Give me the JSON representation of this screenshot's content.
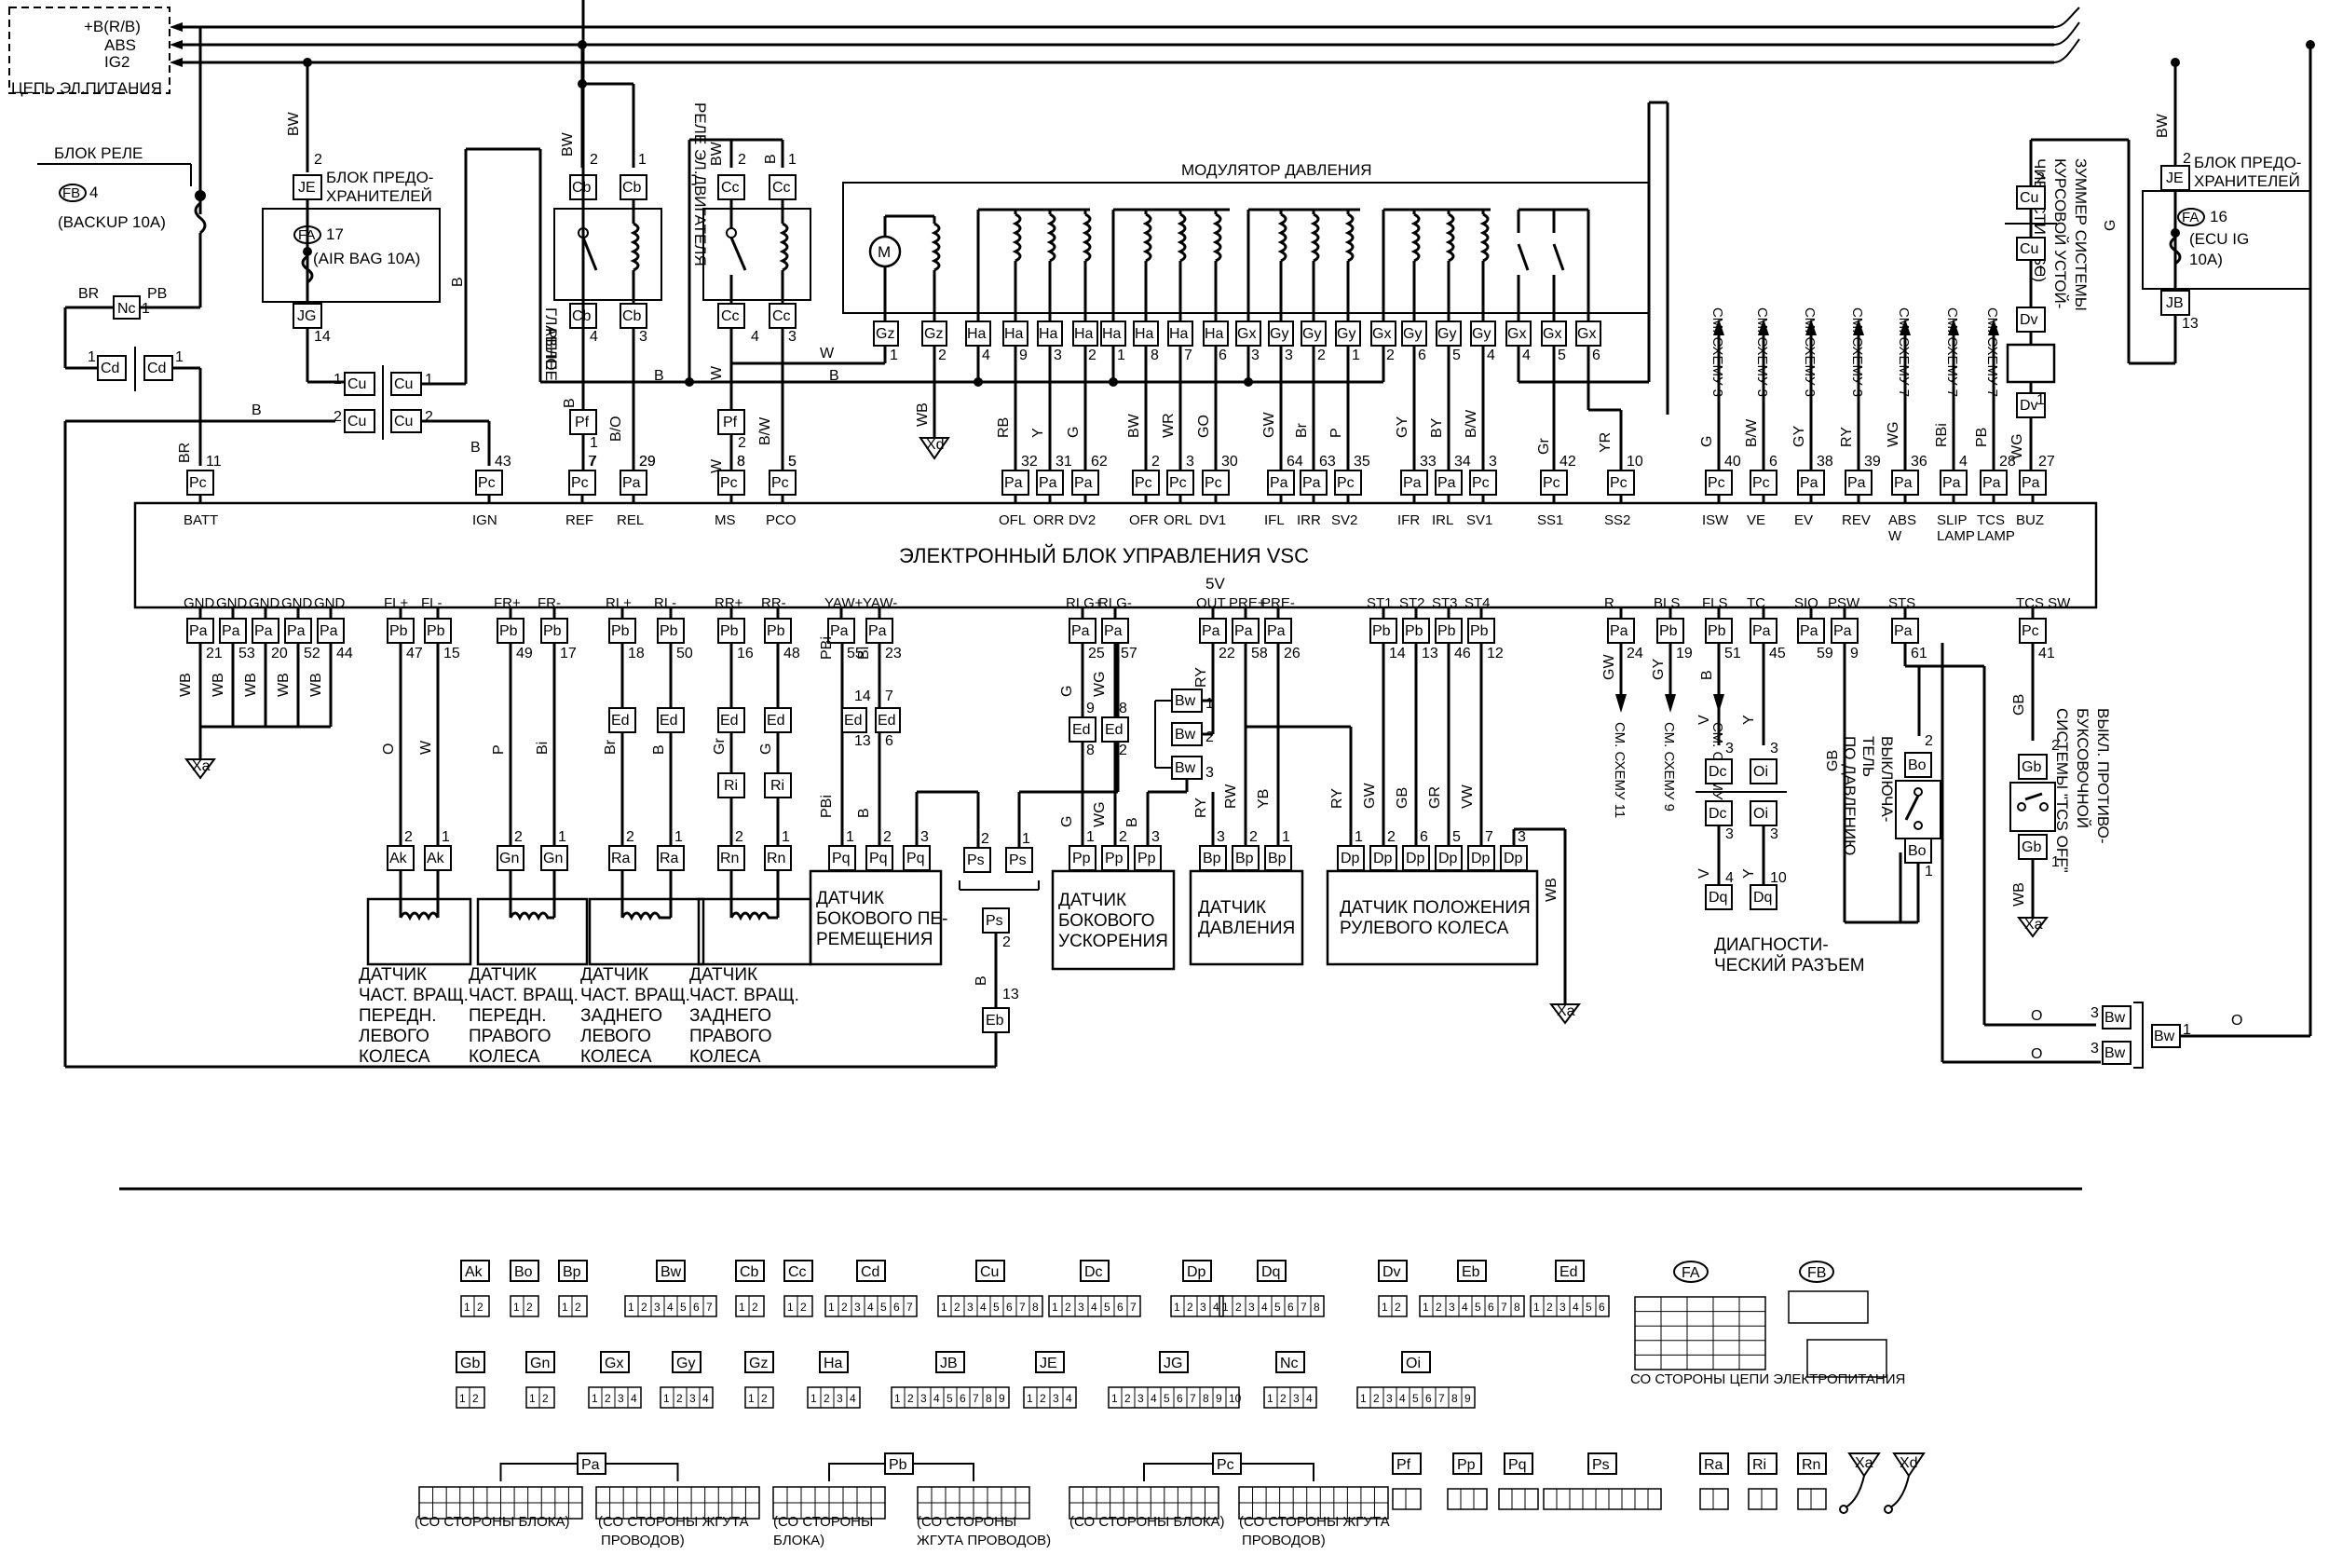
{
  "power": {
    "rails": [
      "+B(R/B)",
      "ABS",
      "IG2"
    ],
    "caption": "ЦЕПЬ ЭЛ.ПИТАНИЯ"
  },
  "relay_block": {
    "title": "БЛОК РЕЛЕ",
    "fuse_conn": "FB",
    "fuse_num": "4",
    "fuse_name": "(BACKUP 10A)"
  },
  "fuse_block_left": {
    "title1": "БЛОК ПРЕДО-",
    "title2": "ХРАНИТЕЛЕЙ",
    "conn": "FA",
    "num": "17",
    "name": "(AIR BAG 10A)"
  },
  "fuse_block_right": {
    "title1": "БЛОК ПРЕДО-",
    "title2": "ХРАНИТЕЛЕЙ",
    "conn": "FA",
    "num": "16",
    "name1": "(ECU IG",
    "name2": "10A)"
  },
  "main_relay": {
    "label1": "ГЛАВНОЕ",
    "label2": "РЕЛЕ"
  },
  "motor_relay": {
    "label": "РЕЛЕ ЭЛ.ДВИГАТЕЛЯ"
  },
  "modulator": {
    "title": "МОДУЛЯТОР ДАВЛЕНИЯ"
  },
  "ecu": {
    "title": "ЭЛЕКТРОННЫЙ БЛОК УПРАВЛЕНИЯ VSC",
    "five_volt": "5V"
  },
  "top_terminals": [
    {
      "conn": "Pc",
      "pin": "11",
      "sig": "BATT",
      "wire": "BR"
    },
    {
      "conn": "Pc",
      "pin": "43",
      "sig": "IGN",
      "wire": "B"
    },
    {
      "conn": "Pc",
      "pin": "7",
      "sig": "REF",
      "wire": "B"
    },
    {
      "conn": "Pa",
      "pin": "29",
      "sig": "REL",
      "wire": "B/O"
    },
    {
      "conn": "Pc",
      "pin": "8",
      "sig": "MS",
      "wire": "W"
    },
    {
      "conn": "Pc",
      "pin": "5",
      "sig": "PCO",
      "wire": "B/W"
    },
    {
      "conn": "Pa",
      "pin": "32",
      "sig": "OFL",
      "wire": "RB"
    },
    {
      "conn": "Pa",
      "pin": "31",
      "sig": "ORR",
      "wire": "Y"
    },
    {
      "conn": "Pa",
      "pin": "62",
      "sig": "DV2",
      "wire": "G"
    },
    {
      "conn": "Pc",
      "pin": "2",
      "sig": "OFR",
      "wire": "BW"
    },
    {
      "conn": "Pc",
      "pin": "3",
      "sig": "ORL",
      "wire": "WR"
    },
    {
      "conn": "Pc",
      "pin": "30",
      "sig": "DV1",
      "wire": "GO"
    },
    {
      "conn": "Pa",
      "pin": "64",
      "sig": "IFL",
      "wire": "GW"
    },
    {
      "conn": "Pa",
      "pin": "63",
      "sig": "IRR",
      "wire": "Br"
    },
    {
      "conn": "Pc",
      "pin": "35",
      "sig": "SV2",
      "wire": "P"
    },
    {
      "conn": "Pa",
      "pin": "33",
      "sig": "IFR",
      "wire": "GY"
    },
    {
      "conn": "Pa",
      "pin": "34",
      "sig": "IRL",
      "wire": "BY"
    },
    {
      "conn": "Pc",
      "pin": "3",
      "sig": "SV1",
      "wire": "B/W"
    },
    {
      "conn": "Pc",
      "pin": "42",
      "sig": "SS1",
      "wire": "Gr"
    },
    {
      "conn": "Pc",
      "pin": "10",
      "sig": "SS2",
      "wire": "YR"
    },
    {
      "conn": "Pc",
      "pin": "40",
      "sig": "ISW",
      "wire": "G"
    },
    {
      "conn": "Pc",
      "pin": "6",
      "sig": "VE",
      "wire": "B/W"
    },
    {
      "conn": "Pa",
      "pin": "38",
      "sig": "EV",
      "wire": "GY"
    },
    {
      "conn": "Pa",
      "pin": "39",
      "sig": "REV",
      "wire": "RY"
    },
    {
      "conn": "Pa",
      "pin": "36",
      "sig": "ABS W",
      "wire": "WG"
    },
    {
      "conn": "Pa",
      "pin": "4",
      "sig": "SLIP LAMP",
      "wire": "RBi"
    },
    {
      "conn": "Pa",
      "pin": "28",
      "sig": "TCS LAMP",
      "wire": "PB"
    },
    {
      "conn": "Pa",
      "pin": "27",
      "sig": "BUZ",
      "wire": "WG"
    }
  ],
  "see_scheme": [
    {
      "wire": "G",
      "text": "СМ. СХЕМУ 3"
    },
    {
      "wire": "B/W",
      "text": "СМ. СХЕМУ 3"
    },
    {
      "wire": "GY",
      "text": "СМ. СХЕМУ 3"
    },
    {
      "wire": "RY",
      "text": "СМ. СХЕМУ 3"
    },
    {
      "wire": "WG",
      "text": "СМ. СХЕМУ 7"
    },
    {
      "wire": "RBi",
      "text": "СМ. СХЕМУ 7"
    },
    {
      "wire": "PB",
      "text": "СМ. СХЕМУ 7"
    }
  ],
  "buzzer": {
    "label1": "ЗУММЕР СИСТЕМЫ",
    "label2": "КУРСОВОЙ УСТОЙ-",
    "label3": "ЧИВОСТИ (VSC)"
  },
  "bottom_terminals": [
    {
      "conn": "Pa",
      "pin": "21",
      "sig": "GND"
    },
    {
      "conn": "Pa",
      "pin": "53",
      "sig": "GND"
    },
    {
      "conn": "Pa",
      "pin": "20",
      "sig": "GND"
    },
    {
      "conn": "Pa",
      "pin": "52",
      "sig": "GND"
    },
    {
      "conn": "Pa",
      "pin": "44",
      "sig": "GND"
    },
    {
      "conn": "Pb",
      "pin": "47",
      "sig": "FL+"
    },
    {
      "conn": "Pb",
      "pin": "15",
      "sig": "FL-"
    },
    {
      "conn": "Pb",
      "pin": "49",
      "sig": "FR+"
    },
    {
      "conn": "Pb",
      "pin": "17",
      "sig": "FR-"
    },
    {
      "conn": "Pb",
      "pin": "18",
      "sig": "RL+"
    },
    {
      "conn": "Pb",
      "pin": "50",
      "sig": "RL-"
    },
    {
      "conn": "Pb",
      "pin": "16",
      "sig": "RR+"
    },
    {
      "conn": "Pb",
      "pin": "48",
      "sig": "RR-"
    },
    {
      "conn": "Pa",
      "pin": "55",
      "sig": "YAW+"
    },
    {
      "conn": "Pa",
      "pin": "23",
      "sig": "YAW-"
    },
    {
      "conn": "Pa",
      "pin": "25",
      "sig": "RLG+"
    },
    {
      "conn": "Pa",
      "pin": "57",
      "sig": "RLG-"
    },
    {
      "conn": "Pa",
      "pin": "22",
      "sig": "OUT"
    },
    {
      "conn": "Pa",
      "pin": "58",
      "sig": "PRE+"
    },
    {
      "conn": "Pa",
      "pin": "26",
      "sig": "PRE-"
    },
    {
      "conn": "Pb",
      "pin": "14",
      "sig": "ST1"
    },
    {
      "conn": "Pb",
      "pin": "13",
      "sig": "ST2"
    },
    {
      "conn": "Pb",
      "pin": "46",
      "sig": "ST3"
    },
    {
      "conn": "Pb",
      "pin": "12",
      "sig": "ST4"
    },
    {
      "conn": "Pa",
      "pin": "24",
      "sig": "R"
    },
    {
      "conn": "Pb",
      "pin": "19",
      "sig": "BLS"
    },
    {
      "conn": "Pb",
      "pin": "51",
      "sig": "FLS"
    },
    {
      "conn": "Pa",
      "pin": "45",
      "sig": "TC"
    },
    {
      "conn": "Pa",
      "pin": "59",
      "sig": "SIO"
    },
    {
      "conn": "Pa",
      "pin": "9",
      "sig": "PSW"
    },
    {
      "conn": "Pa",
      "pin": "61",
      "sig": "STS"
    },
    {
      "conn": "Pc",
      "pin": "41",
      "sig": "TCS SW"
    }
  ],
  "bottom_refs": [
    {
      "wire": "GW",
      "text": "СМ. СХЕМУ 11"
    },
    {
      "wire": "GY",
      "text": "СМ. СХЕМУ 9"
    },
    {
      "wire": "B",
      "text": "СМ. СХЕМУ 7"
    }
  ],
  "sensors": {
    "fl": [
      "ДАТЧИК",
      "ЧАСТ. ВРАЩ.",
      "ПЕРЕДН.",
      "ЛЕВОГО",
      "КОЛЕСА"
    ],
    "fr": [
      "ДАТЧИК",
      "ЧАСТ. ВРАЩ.",
      "ПЕРЕДН.",
      "ПРАВОГО",
      "КОЛЕСА"
    ],
    "rl": [
      "ДАТЧИК",
      "ЧАСТ. ВРАЩ.",
      "ЗАДНЕГО",
      "ЛЕВОГО",
      "КОЛЕСА"
    ],
    "rr": [
      "ДАТЧИК",
      "ЧАСТ. ВРАЩ.",
      "ЗАДНЕГО",
      "ПРАВОГО",
      "КОЛЕСА"
    ],
    "yaw": [
      "ДАТЧИК",
      "БОКОВОГО ПЕ-",
      "РЕМЕЩЕНИЯ"
    ],
    "lat": [
      "ДАТЧИК",
      "БОКОВОГО",
      "УСКОРЕНИЯ"
    ],
    "press": [
      "ДАТЧИК",
      "ДАВЛЕНИЯ"
    ],
    "steer": [
      "ДАТЧИК ПОЛОЖЕНИЯ",
      "РУЛЕВОГО КОЛЕСА"
    ]
  },
  "diag": {
    "label1": "ДИАГНОСТИ-",
    "label2": "ЧЕСКИЙ РАЗЪЕМ"
  },
  "pressure_switch": {
    "label1": "ВЫКЛЮЧА-",
    "label2": "ТЕЛЬ",
    "label3": "ПО ДАВЛЕНИЮ"
  },
  "tcs_switch": {
    "label1": "ВЫКЛ. ПРОТИВО-",
    "label2": "БУКСОВОЧНОЙ",
    "label3": "СИСТЕМЫ \"TCS OFF\""
  },
  "legend_row1": [
    "Ak",
    "Bo",
    "Bp",
    "Bw",
    "Cb",
    "Cc",
    "Cd",
    "Cu",
    "Dc",
    "Dp",
    "Dq",
    "Dv",
    "Eb",
    "Ed",
    "FA",
    "FB"
  ],
  "legend_row2": [
    "Gb",
    "Gn",
    "Gx",
    "Gy",
    "Gz",
    "Ha",
    "JB",
    "JE",
    "JG",
    "Nc",
    "Oi"
  ],
  "legend_row3": [
    "Pa",
    "Pb",
    "Pc",
    "Pf",
    "Pp",
    "Pq",
    "Ps",
    "Ra",
    "Ri",
    "Rn",
    "Xa",
    "Xd"
  ],
  "legend_captions": {
    "power_side": "СО СТОРОНЫ ЦЕПИ ЭЛЕКТРОПИТАНИЯ",
    "pa_block": "(СО СТОРОНЫ БЛОКА)",
    "pa_harness1": "(СО СТОРОНЫ ЖГУТА",
    "pa_harness2": "ПРОВОДОВ)",
    "pb_block1": "(СО СТОРОНЫ",
    "pb_block2": "БЛОКА)",
    "pb_harness1": "(СО СТОРОНЫ",
    "pb_harness2": "ЖГУТА ПРОВОДОВ)",
    "pc_block": "(СО СТОРОНЫ БЛОКА)",
    "pc_harness1": "(СО СТОРОНЫ ЖГУТА",
    "pc_harness2": "ПРОВОДОВ)"
  }
}
